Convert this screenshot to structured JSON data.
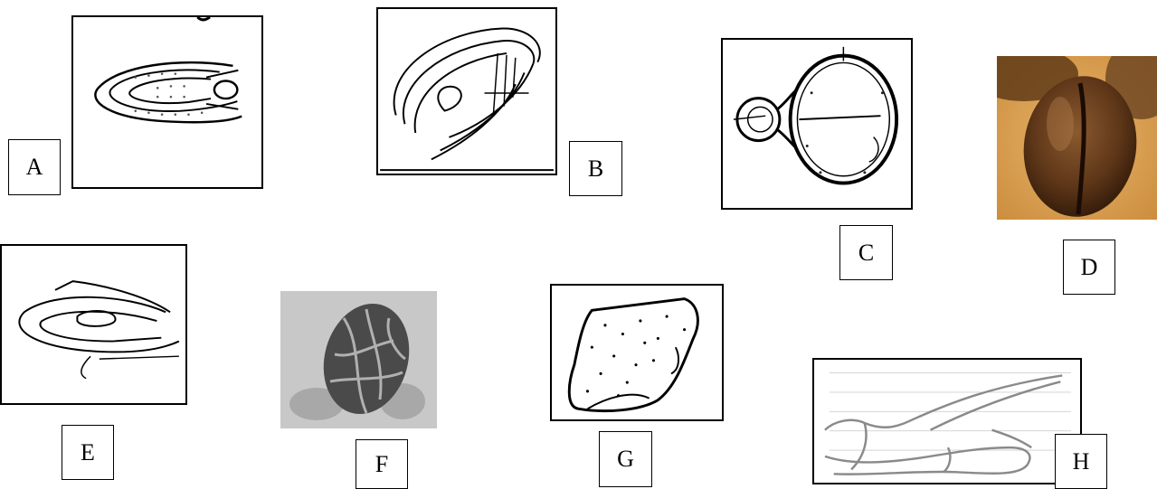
{
  "labels": {
    "a": "A",
    "b": "B",
    "c": "C",
    "d": "D",
    "e": "E",
    "f": "F",
    "g": "G",
    "h": "H"
  },
  "h_background_text": [
    "",
    "",
    "",
    "",
    ""
  ]
}
